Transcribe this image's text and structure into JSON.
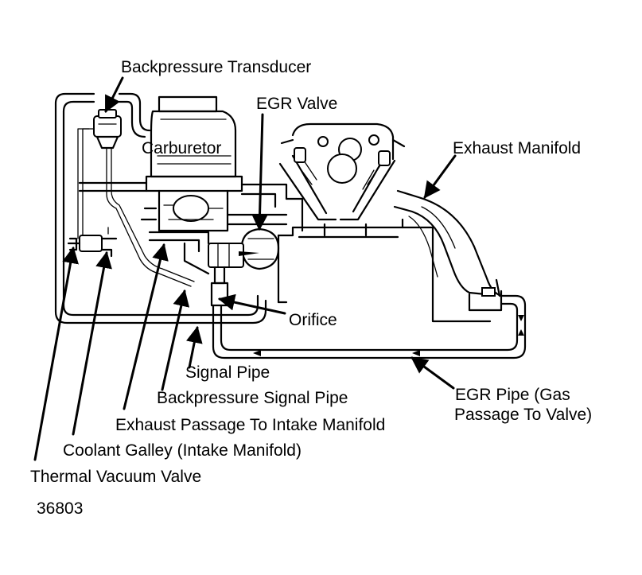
{
  "labels": {
    "backpressure_transducer": "Backpressure Transducer",
    "egr_valve": "EGR Valve",
    "carburetor": "Carburetor",
    "exhaust_manifold": "Exhaust Manifold",
    "orifice": "Orifice",
    "signal_pipe": "Signal Pipe",
    "backpressure_signal_pipe": "Backpressure Signal Pipe",
    "egr_pipe_line1": "EGR Pipe (Gas",
    "egr_pipe_line2": "Passage To Valve)",
    "exhaust_passage": "Exhaust Passage To Intake Manifold",
    "coolant_galley": "Coolant Galley (Intake Manifold)",
    "thermal_vacuum_valve": "Thermal Vacuum Valve",
    "figure_number": "36803"
  },
  "colors": {
    "line": "#000000",
    "background": "#ffffff"
  }
}
